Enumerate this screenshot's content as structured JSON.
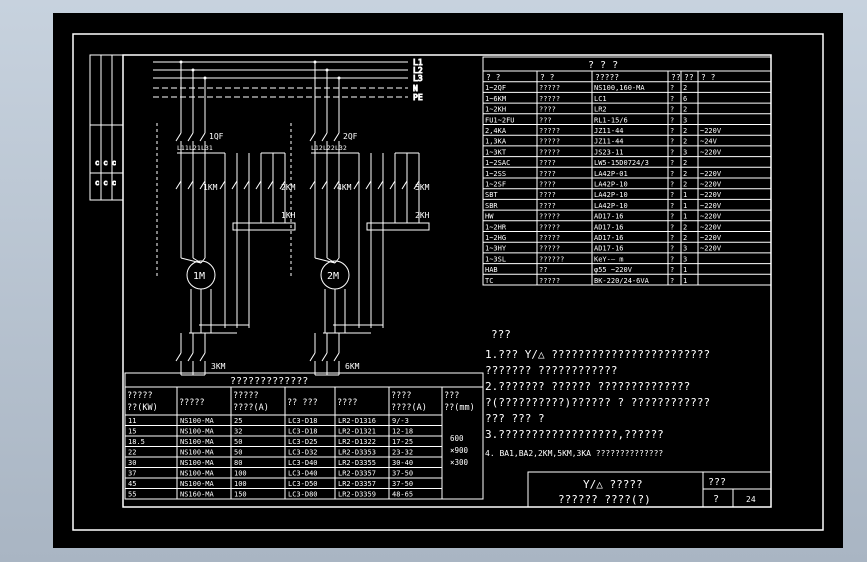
{
  "buses": [
    "L1",
    "L2",
    "L3",
    "N",
    "PE"
  ],
  "motor1": {
    "breaker": "1QF",
    "terms": [
      "L11",
      "L21",
      "L31"
    ],
    "km_main": "1KM",
    "km_star": "2KM",
    "km_delta": "3KM",
    "kh": "1KH",
    "motor": "1M"
  },
  "motor2": {
    "breaker": "2QF",
    "terms": [
      "L12",
      "L22",
      "L32"
    ],
    "km_main": "4KM",
    "km_star": "5KM",
    "km_delta": "6KM",
    "kh": "2KH",
    "motor": "2M"
  },
  "left_strip": {
    "cells": [
      "",
      "",
      "",
      "",
      "",
      "",
      "",
      "",
      "",
      "",
      "",
      ""
    ]
  },
  "parts_table": {
    "title": "?      ?      ?",
    "headers": [
      "?   ?",
      "?   ?",
      "?????",
      "??",
      "??",
      "?   ?"
    ],
    "rows": [
      [
        "1~2QF",
        "?????",
        "NS100,160-MA",
        "?",
        "2",
        ""
      ],
      [
        "1~6KM",
        "?????",
        "LC1",
        "?",
        "6",
        ""
      ],
      [
        "1~2KH",
        "????",
        "LR2",
        "?",
        "2",
        ""
      ],
      [
        "FU1~2FU",
        "???",
        "RL1-15/6",
        "?",
        "3",
        ""
      ],
      [
        "2,4KA",
        "?????",
        "JZ11-44",
        "?",
        "2",
        "~220V"
      ],
      [
        "1,3KA",
        "?????",
        "JZ11-44",
        "?",
        "2",
        "~24V"
      ],
      [
        "1~3KT",
        "?????",
        "JS23-11",
        "?",
        "3",
        "~220V"
      ],
      [
        "1~2SAC",
        "????",
        "LW5-15D0724/3",
        "?",
        "2",
        ""
      ],
      [
        "1~2SS",
        "????",
        "LA42P-01",
        "?",
        "2",
        "~220V"
      ],
      [
        "1~2SF",
        "????",
        "LA42P-10",
        "?",
        "2",
        "~220V"
      ],
      [
        "SBT",
        "????",
        "LA42P-10",
        "?",
        "1",
        "~220V"
      ],
      [
        "SBR",
        "????",
        "LA42P-10",
        "?",
        "1",
        "~220V"
      ],
      [
        "HW",
        "?????",
        "AD17-16",
        "?",
        "1",
        "~220V"
      ],
      [
        "1~2HR",
        "?????",
        "AD17-16",
        "?",
        "2",
        "~220V"
      ],
      [
        "1~2HG",
        "?????",
        "AD17-16",
        "?",
        "2",
        "~220V"
      ],
      [
        "1~3HY",
        "?????",
        "AD17-16",
        "?",
        "3",
        "~220V"
      ],
      [
        "1~3SL",
        "??????",
        "KeY-— m",
        "?",
        "3",
        ""
      ],
      [
        "HAB",
        "??",
        "φ55 ~220V",
        "?",
        "1",
        ""
      ],
      [
        "TC",
        "?????",
        "BK-220/24-6VA",
        "?",
        "1",
        ""
      ]
    ]
  },
  "notes": {
    "title": "???",
    "lines": [
      "1.???  Y/△   ????????????????????????",
      "   ???????  ????????????",
      "2.???????  ??????        ??????????????",
      "  ?(??????????)??????  ?   ????????????",
      "   ???  ???   ?",
      "3.??????????????????,??????",
      "4. BA1,BA2,2KM,5KM,3KA              ??????????????"
    ]
  },
  "motor_table": {
    "title": "?????????????",
    "headers": [
      "?????\n??(KW)",
      "?????",
      "?????\n????(A)",
      "??  ???",
      "????",
      "????\n????(A)",
      "???\n??(mm)"
    ],
    "rows": [
      [
        "11",
        "NS100-MA",
        "25",
        "LC3-D18",
        "LR2-D1316",
        "9/-3"
      ],
      [
        "15",
        "NS100-MA",
        "32",
        "LC3-D18",
        "LR2-D1321",
        "12-18"
      ],
      [
        "18.5",
        "NS100-MA",
        "50",
        "LC3-D25",
        "LR2-D1322",
        "17-25"
      ],
      [
        "22",
        "NS100-MA",
        "50",
        "LC3-D32",
        "LR2-D3353",
        "23-32"
      ],
      [
        "30",
        "NS100-MA",
        "80",
        "LC3-D40",
        "LR2-D3355",
        "30-40"
      ],
      [
        "37",
        "NS100-MA",
        "100",
        "LC3-D40",
        "LR2-D3357",
        "37-50"
      ],
      [
        "45",
        "NS100-MA",
        "100",
        "LC3-D50",
        "LR2-D3357",
        "37-50"
      ],
      [
        "55",
        "NS160-MA",
        "150",
        "LC3-D80",
        "LR2-D3359",
        "48-65"
      ]
    ],
    "box_size": [
      "600",
      "×900",
      "×300"
    ]
  },
  "title_block": {
    "line1": "Y/△ ?????",
    "line2": "??????  ????(?)",
    "cell_a": "???",
    "cell_b": "?",
    "sheet": "24"
  }
}
